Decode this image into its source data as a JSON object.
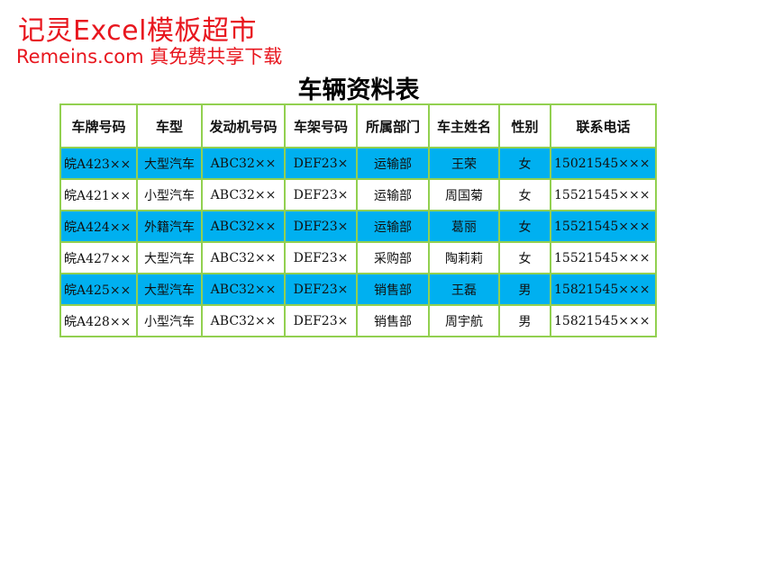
{
  "watermark": {
    "line1": "记灵Excel模板超市",
    "line2": "Remeins.com 真免费共享下载",
    "color": "#e8161e"
  },
  "sheet": {
    "title": "车辆资料表",
    "headers": [
      "车牌号码",
      "车型",
      "发动机号码",
      "车架号码",
      "所属部门",
      "车主姓名",
      "性别",
      "联系电话"
    ],
    "rows": [
      {
        "plate": "皖A423××",
        "type": "大型汽车",
        "engine": "ABC32××",
        "frame": "DEF23×",
        "dept": "运输部",
        "owner": "王荣",
        "gender": "女",
        "phone": "15021545×××",
        "highlight": true
      },
      {
        "plate": "皖A421××",
        "type": "小型汽车",
        "engine": "ABC32××",
        "frame": "DEF23×",
        "dept": "运输部",
        "owner": "周国菊",
        "gender": "女",
        "phone": "15521545×××",
        "highlight": false
      },
      {
        "plate": "皖A424××",
        "type": "外籍汽车",
        "engine": "ABC32××",
        "frame": "DEF23×",
        "dept": "运输部",
        "owner": "葛丽",
        "gender": "女",
        "phone": "15521545×××",
        "highlight": true
      },
      {
        "plate": "皖A427××",
        "type": "大型汽车",
        "engine": "ABC32××",
        "frame": "DEF23×",
        "dept": "采购部",
        "owner": "陶莉莉",
        "gender": "女",
        "phone": "15521545×××",
        "highlight": false
      },
      {
        "plate": "皖A425××",
        "type": "大型汽车",
        "engine": "ABC32××",
        "frame": "DEF23×",
        "dept": "销售部",
        "owner": "王磊",
        "gender": "男",
        "phone": "15821545×××",
        "highlight": true
      },
      {
        "plate": "皖A428××",
        "type": "小型汽车",
        "engine": "ABC32××",
        "frame": "DEF23×",
        "dept": "销售部",
        "owner": "周宇航",
        "gender": "男",
        "phone": "15821545×××",
        "highlight": false
      }
    ],
    "colors": {
      "highlight_fill": "#00b0f0",
      "border": "#92d050"
    }
  }
}
